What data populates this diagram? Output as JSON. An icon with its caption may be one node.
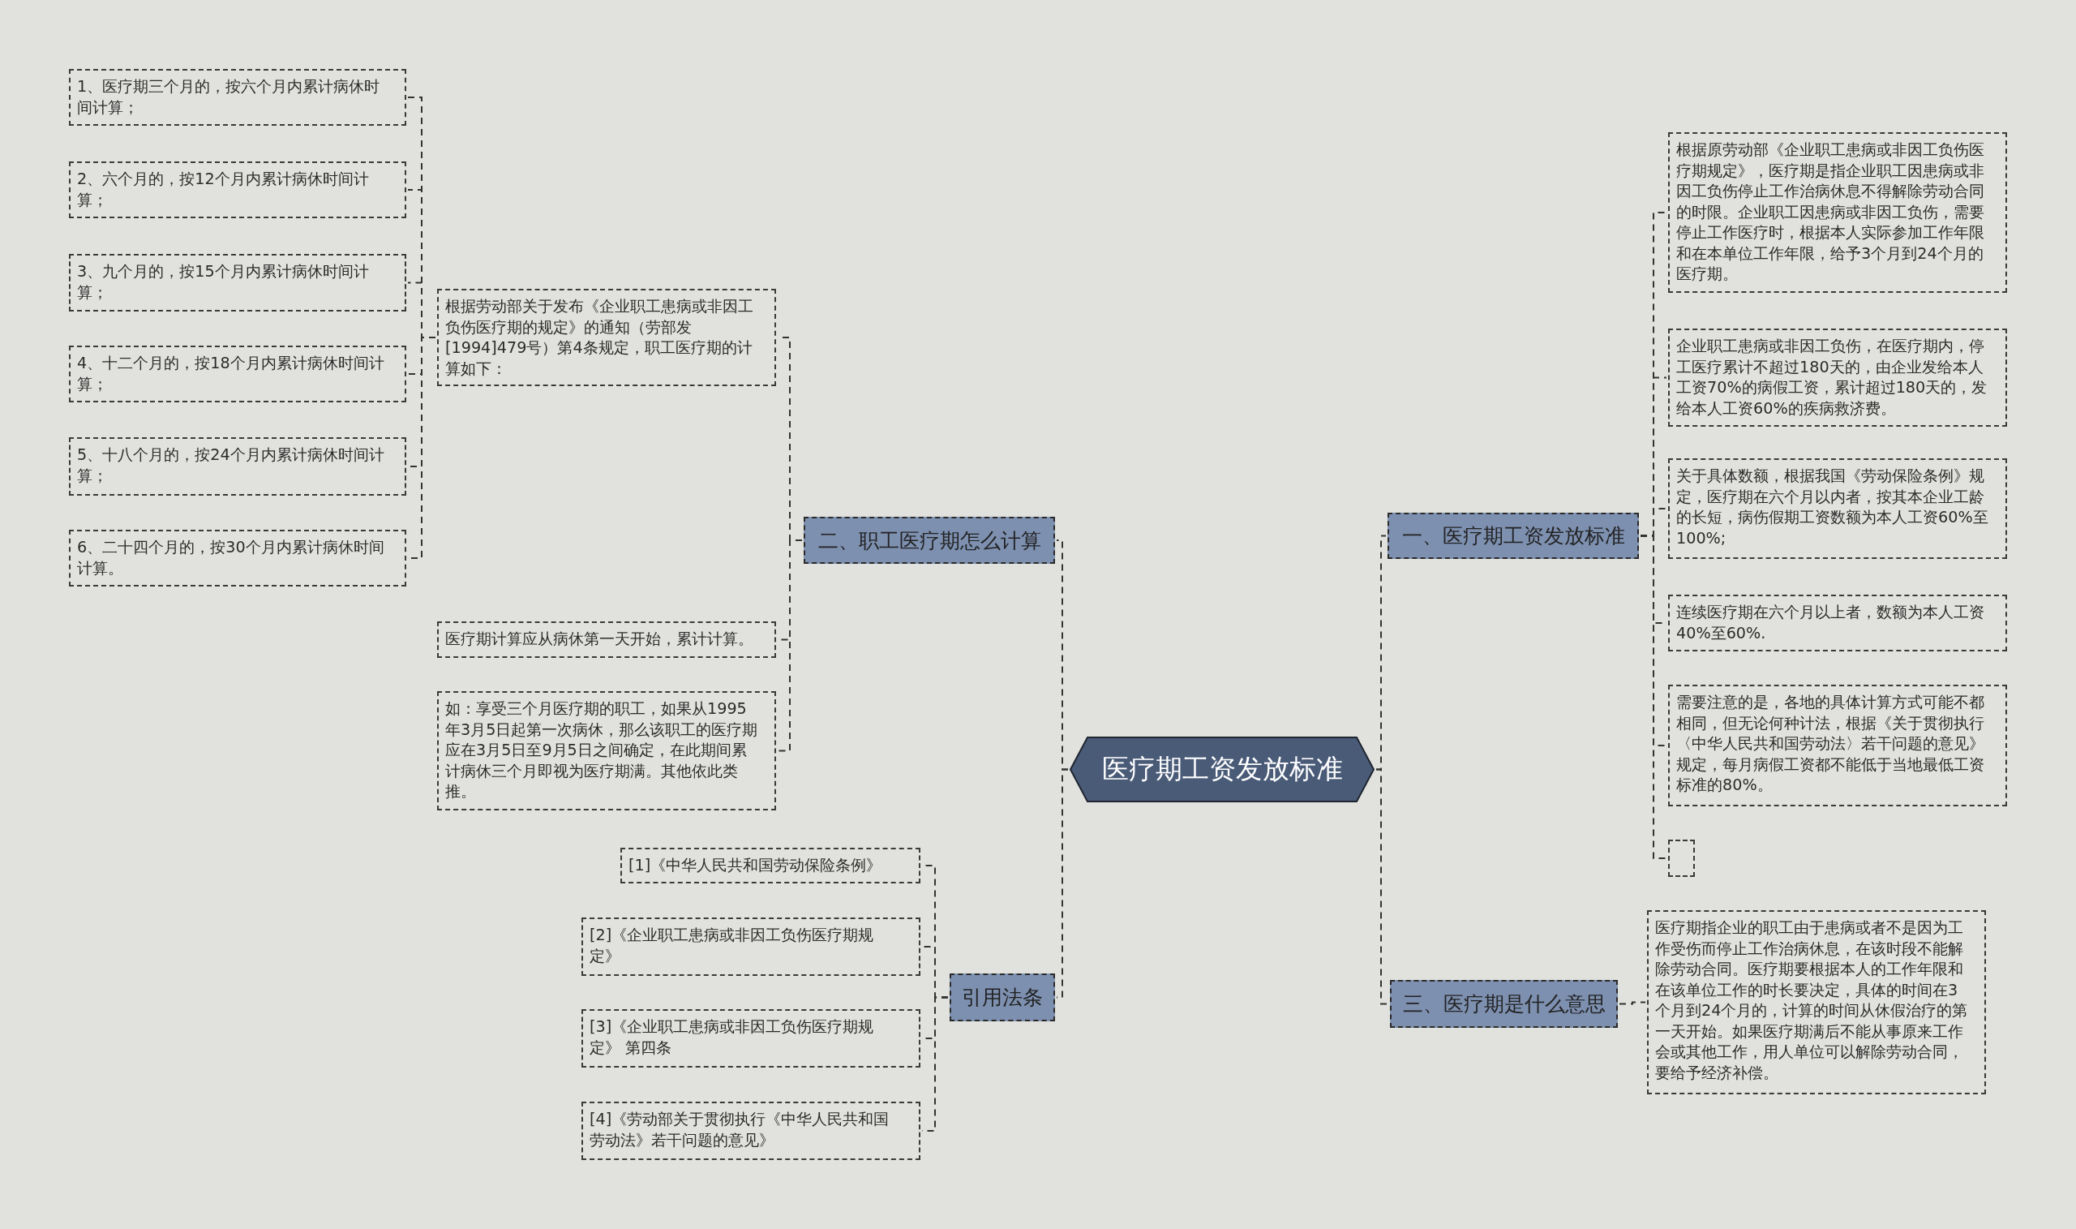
{
  "diagram": {
    "nodes": [
      {
        "text": [
          "医疗期工资发放标准"
        ]
      },
      {
        "text": [
          "一、医疗期工资发放标准"
        ]
      },
      {
        "text": [
          "根据原劳动部《企业职工患病或非因工负伤医疗期规定》，医疗期是指企业职工因患病或非因工负伤停止工作治病休息不得解除劳动合同的时限。企业职工因患病或非因工负伤，需要停止工作医疗时，根据本人实际参加工作年限和在本单位工作年限，给予3个月到24个月的医疗期。"
        ]
      },
      {
        "text": [
          "企业职工患病或非因工负伤，在医疗期内，停工医疗累计不超过180天的，由企业发给本人工资70%的病假工资，累计超过180天的，发给本人工资60%的疾病救济费。"
        ]
      },
      {
        "text": [
          "关于具体数额，根据我国《劳动保险条例》规定，医疗期在六个月以内者，按其本企业工龄的长短，病伤假期工资数额为本人工资60%至100%;"
        ]
      },
      {
        "text": [
          "连续医疗期在六个月以上者，数额为本人工资40%至60%."
        ]
      },
      {
        "text": [
          "需要注意的是，各地的具体计算方式可能不都相同，但无论何种计法，根据《关于贯彻执行〈中华人民共和国劳动法〉若干问题的意见》规定，每月病假工资都不能低于当地最低工资标准的80%。"
        ]
      },
      {
        "text": [],
        "shape": "box"
      },
      {
        "text": [
          "三、医疗期是什么意思"
        ]
      },
      {
        "text": [
          "医疗期指企业的职工由于患病或者不是因为工作受伤而停止工作治病休息，在该时段不能解除劳动合同。医疗期要根据本人的工作年限和在该单位工作的时长要决定，具体的时间在3个月到24个月的，计算的时间从休假治疗的第一天开始。如果医疗期满后不能从事原来工作会或其他工作，用人单位可以解除劳动合同，要给予经济补偿。"
        ]
      },
      {
        "text": [
          "二、职工医疗期怎么计算"
        ]
      },
      {
        "text": [
          "根据劳动部关于发布《企业职工患病或非因工负伤医疗期的规定》的通知（劳部发[1994]479号）第4条规定，职工医疗期的计算如下："
        ]
      },
      {
        "text": [
          "1、医疗期三个月的，按六个月内累计病休时间计算；"
        ]
      },
      {
        "text": [
          "2、六个月的，按12个月内累计病休时间计算；"
        ]
      },
      {
        "text": [
          "3、九个月的，按15个月内累计病休时间计算；"
        ]
      },
      {
        "text": [
          "4、十二个月的，按18个月内累计病休时间计算；"
        ]
      },
      {
        "text": [
          "5、十八个月的，按24个月内累计病休时间计算；"
        ]
      },
      {
        "text": [
          "6、二十四个月的，按30个月内累计病休时间计算。"
        ]
      },
      {
        "text": [
          "医疗期计算应从病休第一天开始，累计计算。"
        ]
      },
      {
        "text": [
          "如：享受三个月医疗期的职工，如果从1995年3月5日起第一次病休，那么该职工的医疗期应在3月5日至9月5日之间确定，在此期间累计病休三个月即视为医疗期满。其他依此类推。"
        ]
      },
      {
        "text": [
          "引用法条"
        ]
      },
      {
        "text": [
          "[1]《中华人民共和国劳动保险条例》"
        ]
      },
      {
        "text": [
          "[2]《企业职工患病或非因工负伤医疗期规定》"
        ]
      },
      {
        "text": [
          "[3]《企业职工患病或非因工负伤医疗期规定》 第四条"
        ]
      },
      {
        "text": [
          "[4]《劳动部关于贯彻执行《中华人民共和国劳动法》若干问题的意见》"
        ]
      }
    ],
    "edges": [
      {
        "from": 0,
        "to": 1,
        "arrow": "none",
        "style": "dashed"
      },
      {
        "from": 1,
        "to": 2,
        "arrow": "none",
        "style": "dashed"
      },
      {
        "from": 1,
        "to": 3,
        "arrow": "none",
        "style": "dashed"
      },
      {
        "from": 1,
        "to": 4,
        "arrow": "none",
        "style": "dashed"
      },
      {
        "from": 1,
        "to": 5,
        "arrow": "none",
        "style": "dashed"
      },
      {
        "from": 1,
        "to": 6,
        "arrow": "none",
        "style": "dashed"
      },
      {
        "from": 1,
        "to": 7,
        "arrow": "none",
        "style": "dashed"
      },
      {
        "from": 0,
        "to": 8,
        "arrow": "none",
        "style": "dashed"
      },
      {
        "from": 8,
        "to": 9,
        "arrow": "none",
        "style": "dashed"
      },
      {
        "from": 0,
        "to": 10,
        "arrow": "none",
        "style": "dashed"
      },
      {
        "from": 10,
        "to": 11,
        "arrow": "none",
        "style": "dashed"
      },
      {
        "from": 11,
        "to": 12,
        "arrow": "none",
        "style": "dashed"
      },
      {
        "from": 11,
        "to": 13,
        "arrow": "none",
        "style": "dashed"
      },
      {
        "from": 11,
        "to": 14,
        "arrow": "none",
        "style": "dashed"
      },
      {
        "from": 11,
        "to": 15,
        "arrow": "none",
        "style": "dashed"
      },
      {
        "from": 11,
        "to": 16,
        "arrow": "none",
        "style": "dashed"
      },
      {
        "from": 11,
        "to": 17,
        "arrow": "none",
        "style": "dashed"
      },
      {
        "from": 10,
        "to": 18,
        "arrow": "none",
        "style": "dashed"
      },
      {
        "from": 10,
        "to": 19,
        "arrow": "none",
        "style": "dashed"
      },
      {
        "from": 0,
        "to": 20,
        "arrow": "none",
        "style": "dashed"
      },
      {
        "from": 20,
        "to": 21,
        "arrow": "none",
        "style": "dashed"
      },
      {
        "from": 20,
        "to": 22,
        "arrow": "none",
        "style": "dashed"
      },
      {
        "from": 20,
        "to": 23,
        "arrow": "none",
        "style": "dashed"
      },
      {
        "from": 20,
        "to": 24,
        "arrow": "none",
        "style": "dashed"
      }
    ]
  }
}
